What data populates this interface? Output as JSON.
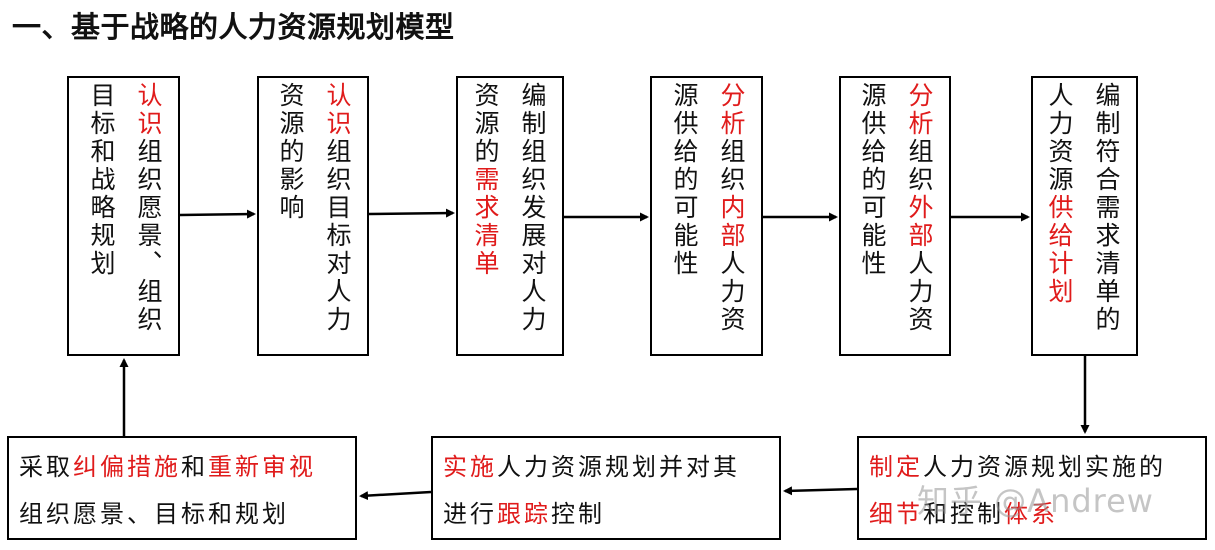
{
  "title": "一、基于战略的人力资源规划模型",
  "top_boxes": [
    [
      {
        "t": "认识",
        "red": true
      },
      {
        "t": "组织愿景、组织目标和战略规划",
        "red": false
      }
    ],
    [
      {
        "t": "认识",
        "red": true
      },
      {
        "t": "组织目标对人力资源的影响",
        "red": false
      }
    ],
    [
      {
        "t": "编制组织发展对人力资源的",
        "red": false
      },
      {
        "t": "需求清单",
        "red": true
      }
    ],
    [
      {
        "t": "分析",
        "red": true
      },
      {
        "t": "组织",
        "red": false
      },
      {
        "t": "内部",
        "red": true
      },
      {
        "t": "人力资源供给的可能性",
        "red": false
      }
    ],
    [
      {
        "t": "分析",
        "red": true
      },
      {
        "t": "组织",
        "red": false
      },
      {
        "t": "外部",
        "red": true
      },
      {
        "t": "人力资源供给的可能性",
        "red": false
      }
    ],
    [
      {
        "t": "编制符合需求清单的人力资源",
        "red": false
      },
      {
        "t": "供给计划",
        "red": true
      }
    ]
  ],
  "bottom_boxes": [
    [
      [
        {
          "t": "采取",
          "red": false
        },
        {
          "t": "纠偏措施",
          "red": true
        },
        {
          "t": "和",
          "red": false
        },
        {
          "t": "重新审视",
          "red": true
        }
      ],
      [
        {
          "t": "组织愿景、目标和规划",
          "red": false
        }
      ]
    ],
    [
      [
        {
          "t": "实施",
          "red": true
        },
        {
          "t": "人力资源规划并对其",
          "red": false
        }
      ],
      [
        {
          "t": "进行",
          "red": false
        },
        {
          "t": "跟踪",
          "red": true
        },
        {
          "t": "控制",
          "red": false
        }
      ]
    ],
    [
      [
        {
          "t": "制定",
          "red": true
        },
        {
          "t": "人力资源规划实施的",
          "red": false
        }
      ],
      [
        {
          "t": "细节",
          "red": true
        },
        {
          "t": "和控制",
          "red": false
        },
        {
          "t": "体系",
          "red": true
        }
      ]
    ]
  ],
  "watermark": "知乎 @Andrew",
  "colors": {
    "accent": "#e01b1b",
    "text": "#111111",
    "border": "#000000"
  }
}
